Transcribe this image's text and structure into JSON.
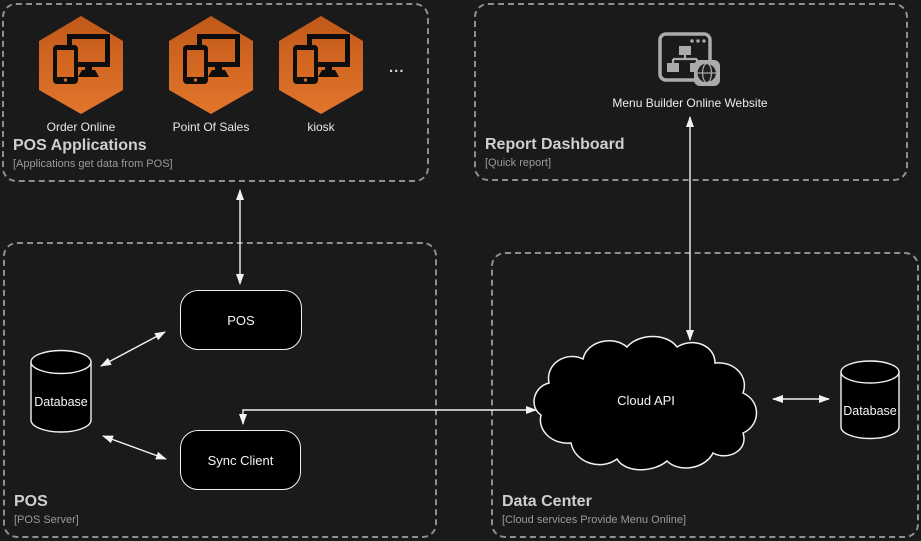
{
  "diagram": {
    "background": "#1a1a1a",
    "group_border": "#8f8f8f",
    "connector_color": "#f2f2f2",
    "node_fill": "#000000",
    "hexagon_gradient_top": "#c15818",
    "hexagon_gradient_bottom": "#e2762c",
    "icon_gray": "#ababab"
  },
  "groups": {
    "pos_applications": {
      "title": "POS Applications",
      "subtitle": "[Applications get data from POS]"
    },
    "report_dashboard": {
      "title": "Report Dashboard",
      "subtitle": "[Quick report]"
    },
    "pos_server": {
      "title": "POS",
      "subtitle": "[POS Server]"
    },
    "data_center": {
      "title": "Data Center",
      "subtitle": "[Cloud services Provide Menu Online]"
    }
  },
  "nodes": {
    "order_online": {
      "label": "Order Online"
    },
    "point_of_sales": {
      "label": "Point Of Sales"
    },
    "kiosk": {
      "label": "kiosk"
    },
    "more": {
      "label": "..."
    },
    "menu_builder": {
      "label": "Menu Builder Online Website"
    },
    "pos": {
      "label": "POS"
    },
    "sync_client": {
      "label": "Sync Client"
    },
    "pos_database": {
      "label": "Database"
    },
    "cloud_api": {
      "label": "Cloud API"
    },
    "cloud_database": {
      "label": "Database"
    }
  }
}
